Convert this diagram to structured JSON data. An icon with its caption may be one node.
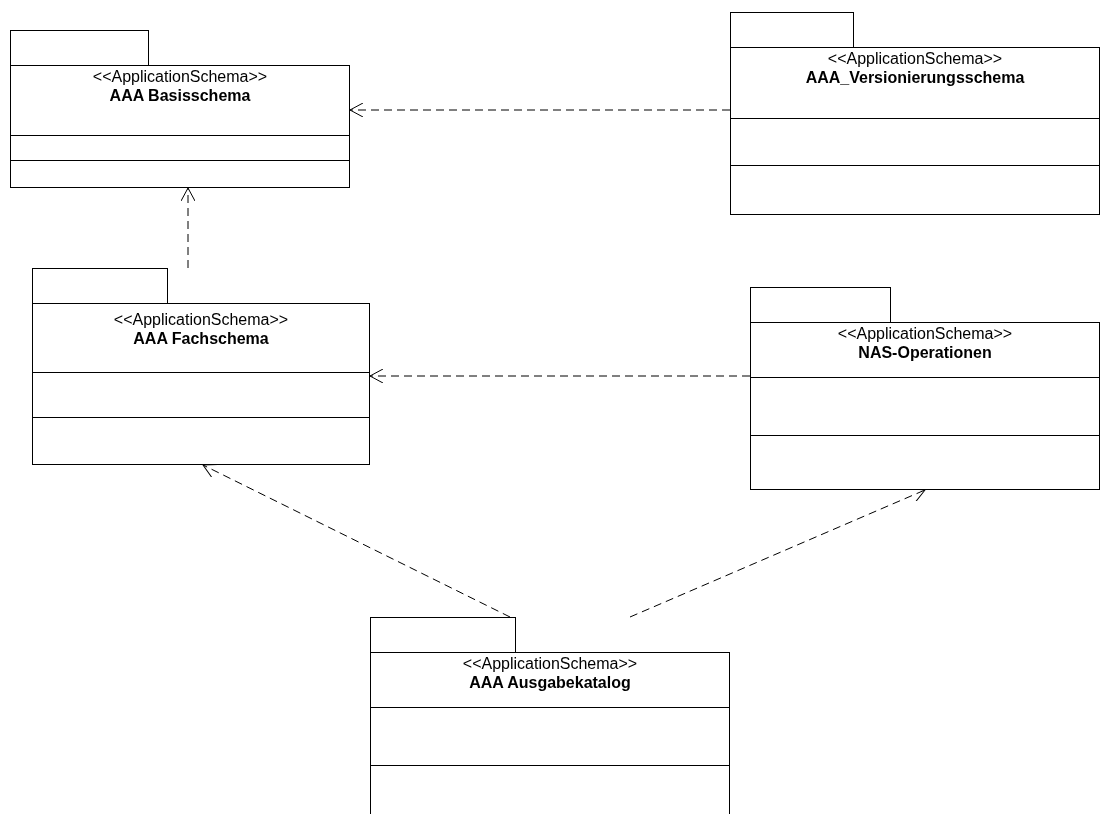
{
  "diagram": {
    "nodes": [
      {
        "text": [
          "<<ApplicationSchema>>",
          "AAA Basisschema"
        ]
      },
      {
        "text": [
          "<<ApplicationSchema>>",
          "AAA_Versionierungsschema"
        ]
      },
      {
        "text": [
          "<<ApplicationSchema>>",
          "AAA Fachschema"
        ]
      },
      {
        "text": [
          "<<ApplicationSchema>>",
          "NAS-Operationen"
        ]
      },
      {
        "text": [
          "<<ApplicationSchema>>",
          "AAA Ausgabekatalog"
        ]
      }
    ],
    "edges": [
      {
        "from": 1,
        "to": 0,
        "arrow": "to",
        "style": "dashed"
      },
      {
        "from": 2,
        "to": 0,
        "arrow": "to",
        "style": "dashed"
      },
      {
        "from": 3,
        "to": 2,
        "arrow": "to",
        "style": "dashed"
      },
      {
        "from": 4,
        "to": 2,
        "arrow": "to",
        "style": "dashed"
      },
      {
        "from": 4,
        "to": 3,
        "arrow": "to",
        "style": "dashed"
      }
    ]
  }
}
